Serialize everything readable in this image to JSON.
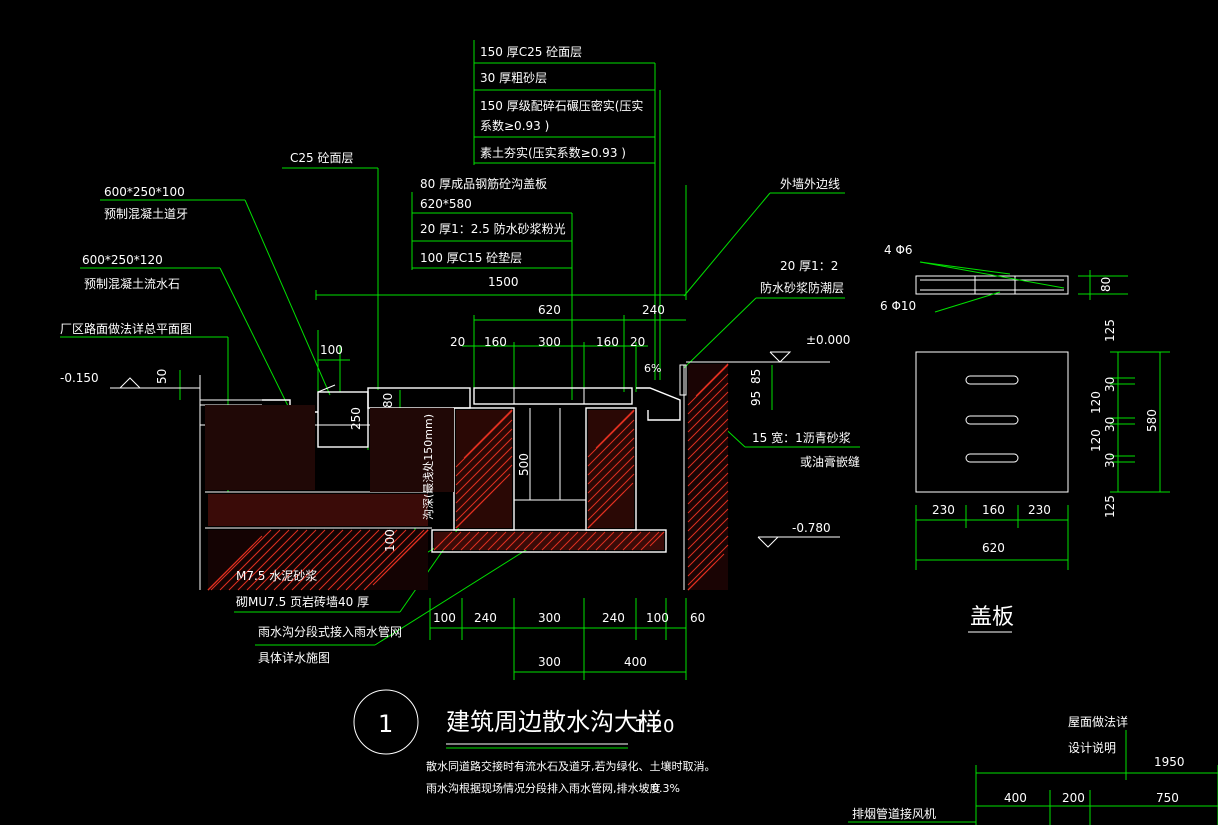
{
  "layers": {
    "l1": "150  厚C25  砼面层",
    "l2": "30  厚粗砂层",
    "l3a": "150  厚级配碎石碾压密实(压实",
    "l3b": "系数≥0.93  )",
    "l4": "素土夯实(压实系数≥0.93  )"
  },
  "labels": {
    "c25": "C25  砼面层",
    "curb_size": "600*250*100",
    "curb_name": "预制混凝土道牙",
    "gutter_size": "600*250*120",
    "gutter_name": "预制混凝土流水石",
    "road_ref": "厂区路面做法详总平面图",
    "cover1": "80  厚成品钢筋砼沟盖板",
    "cover2": "620*580",
    "mortar1": "20  厚1：2.5  防水砂浆粉光",
    "pad": "100  厚C15  砼垫层",
    "wall_line": "外墙外边线",
    "damp1": "20  厚1：2",
    "damp2": "防水砂浆防潮层",
    "joint1": "15  宽：1沥青砂浆",
    "joint2": "或油膏嵌缝",
    "m75": "M7.5  水泥砂浆",
    "brick": "砌MU7.5  页岩砖墙40  厚",
    "rain1": "雨水沟分段式接入雨水管网",
    "rain2": "具体详水施图",
    "depth_note": "沟深(最浅处150mm)",
    "slope": "6%"
  },
  "levels": {
    "left": "-0.150",
    "zero": "±0.000",
    "bottom": "-0.780"
  },
  "dims": {
    "d1500": "1500",
    "d620": "620",
    "d240": "240",
    "d20a": "20",
    "d160a": "160",
    "d300": "300",
    "d160b": "160",
    "d20b": "20",
    "d100": "100",
    "d50": "50",
    "d250": "250",
    "d80": "80",
    "d500": "500",
    "d100v": "100",
    "d85": "85",
    "d95": "95",
    "b100a": "100",
    "b240a": "240",
    "b300": "300",
    "b240b": "240",
    "b100b": "100",
    "b60": "60",
    "c300": "300",
    "c400": "400"
  },
  "cover": {
    "bar1": "4  Φ6",
    "bar2": "6  Φ10",
    "thick": "80",
    "v125a": "125",
    "v30a": "30",
    "v120a": "120",
    "v30b": "30",
    "v120b": "120",
    "v30c": "30",
    "v125b": "125",
    "v580": "580",
    "h230a": "230",
    "h160": "160",
    "h230b": "230",
    "h620": "620",
    "title": "盖板"
  },
  "title": {
    "num": "1",
    "main": "建筑周边散水沟大样",
    "scale": "1:20",
    "note1": "散水同道路交接时有流水石及道牙,若为绿化、土壤时取消。",
    "note2": "雨水沟根据现场情况分段排入雨水管网,排水坡度",
    "note2_val": "0.3%"
  },
  "corner": {
    "r1": "屋面做法详",
    "r2": "设计说明",
    "d1950": "1950",
    "d400": "400",
    "d200": "200",
    "d750": "750",
    "fan": "排烟管道接风机"
  }
}
